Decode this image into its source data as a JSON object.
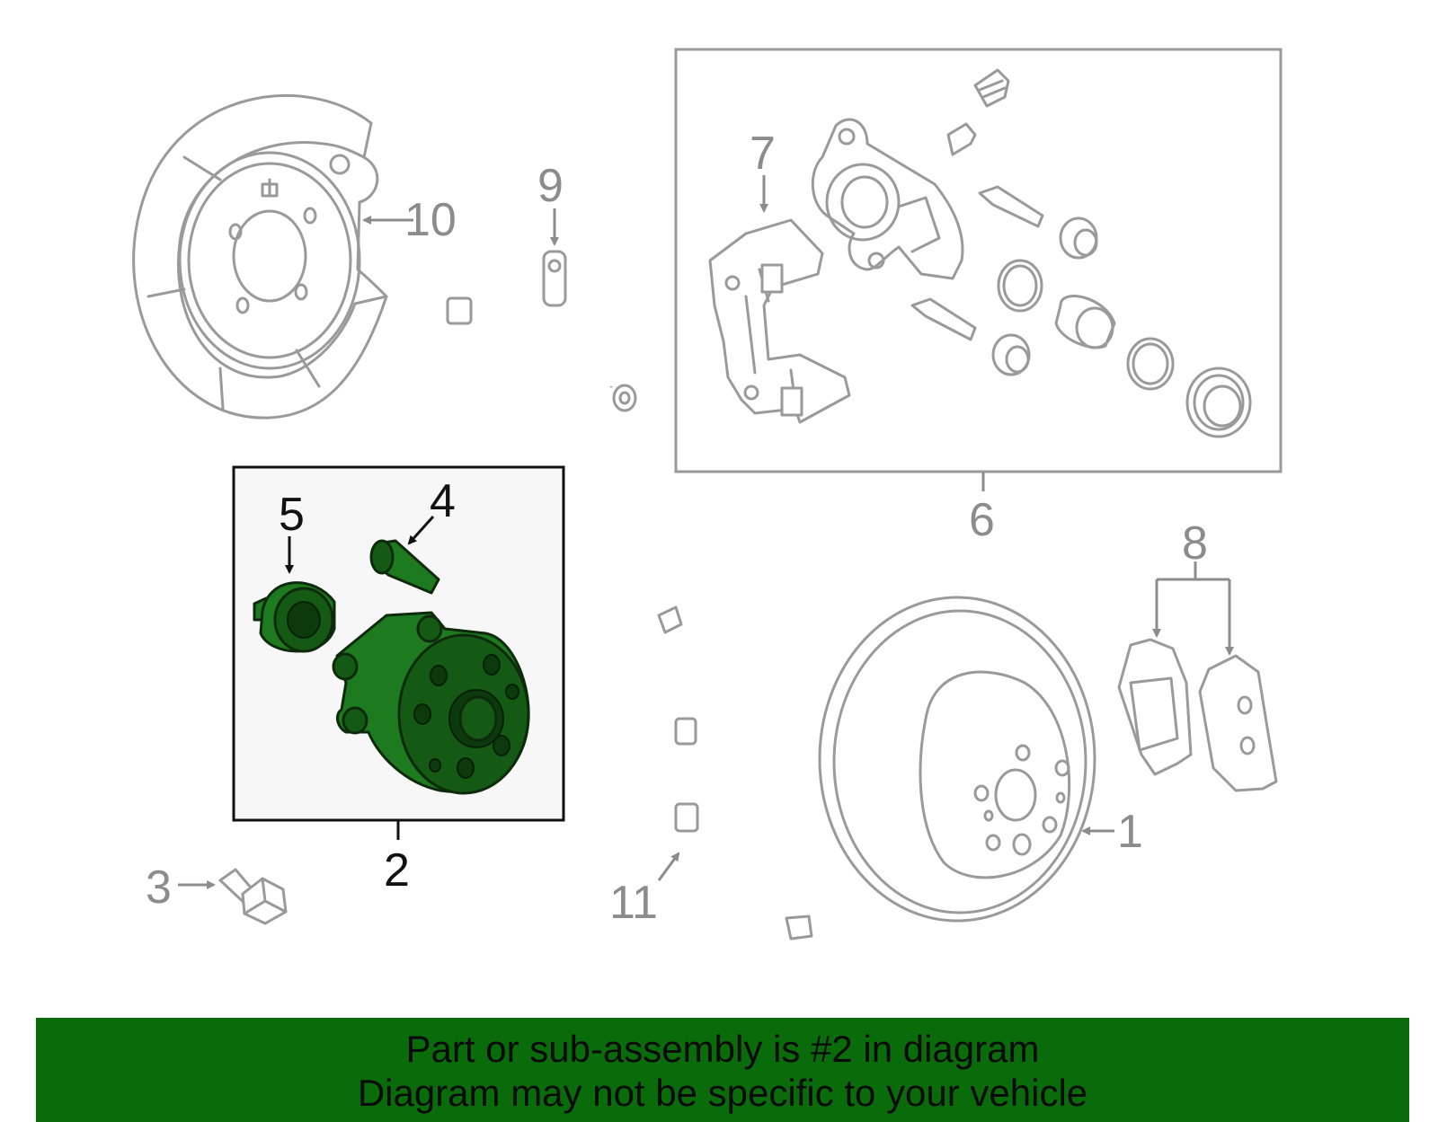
{
  "callouts": {
    "c1": "1",
    "c2": "2",
    "c3": "3",
    "c4": "4",
    "c5": "5",
    "c6": "6",
    "c7": "7",
    "c8": "8",
    "c9": "9",
    "c10": "10",
    "c11": "11"
  },
  "colors": {
    "highlight_part": "#1e7a1e",
    "banner_background": "#0a6b0a",
    "line_grey": "#9a9a9a"
  },
  "banner": {
    "line1": "Part or sub-assembly is #2 in diagram",
    "line2": "Diagram may not be specific to your vehicle"
  }
}
